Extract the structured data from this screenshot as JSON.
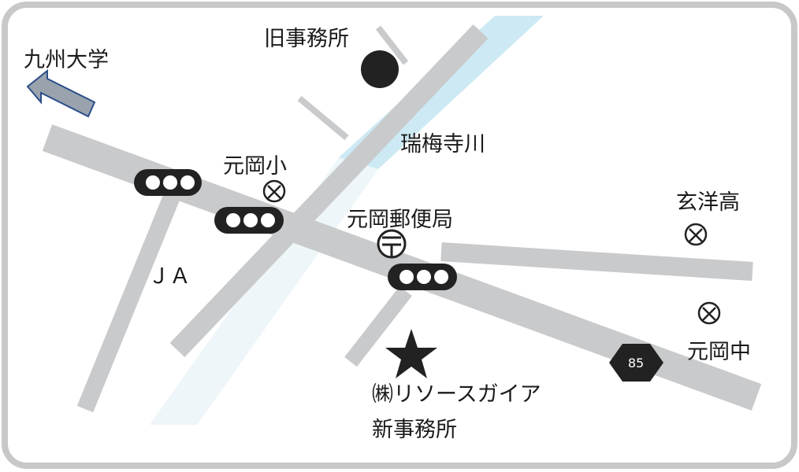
{
  "map": {
    "labels": {
      "old_office": "旧事務所",
      "kyushu_univ": "九州大学",
      "river": "瑞梅寺川",
      "motooka_elem": "元岡小",
      "post_office": "元岡郵便局",
      "genyo_high": "玄洋高",
      "ja": "ＪＡ",
      "motooka_junior": "元岡中",
      "company_line1": "㈱リソースガイア",
      "company_line2": "新事務所",
      "route_number": "85"
    },
    "colors": {
      "road": "#c9cacc",
      "river": "#cdeaf4",
      "arrow": "#9aa3ad",
      "arrow_outline": "#2b4f8a",
      "marker": "#222222",
      "border": "#c8c8c8"
    }
  }
}
